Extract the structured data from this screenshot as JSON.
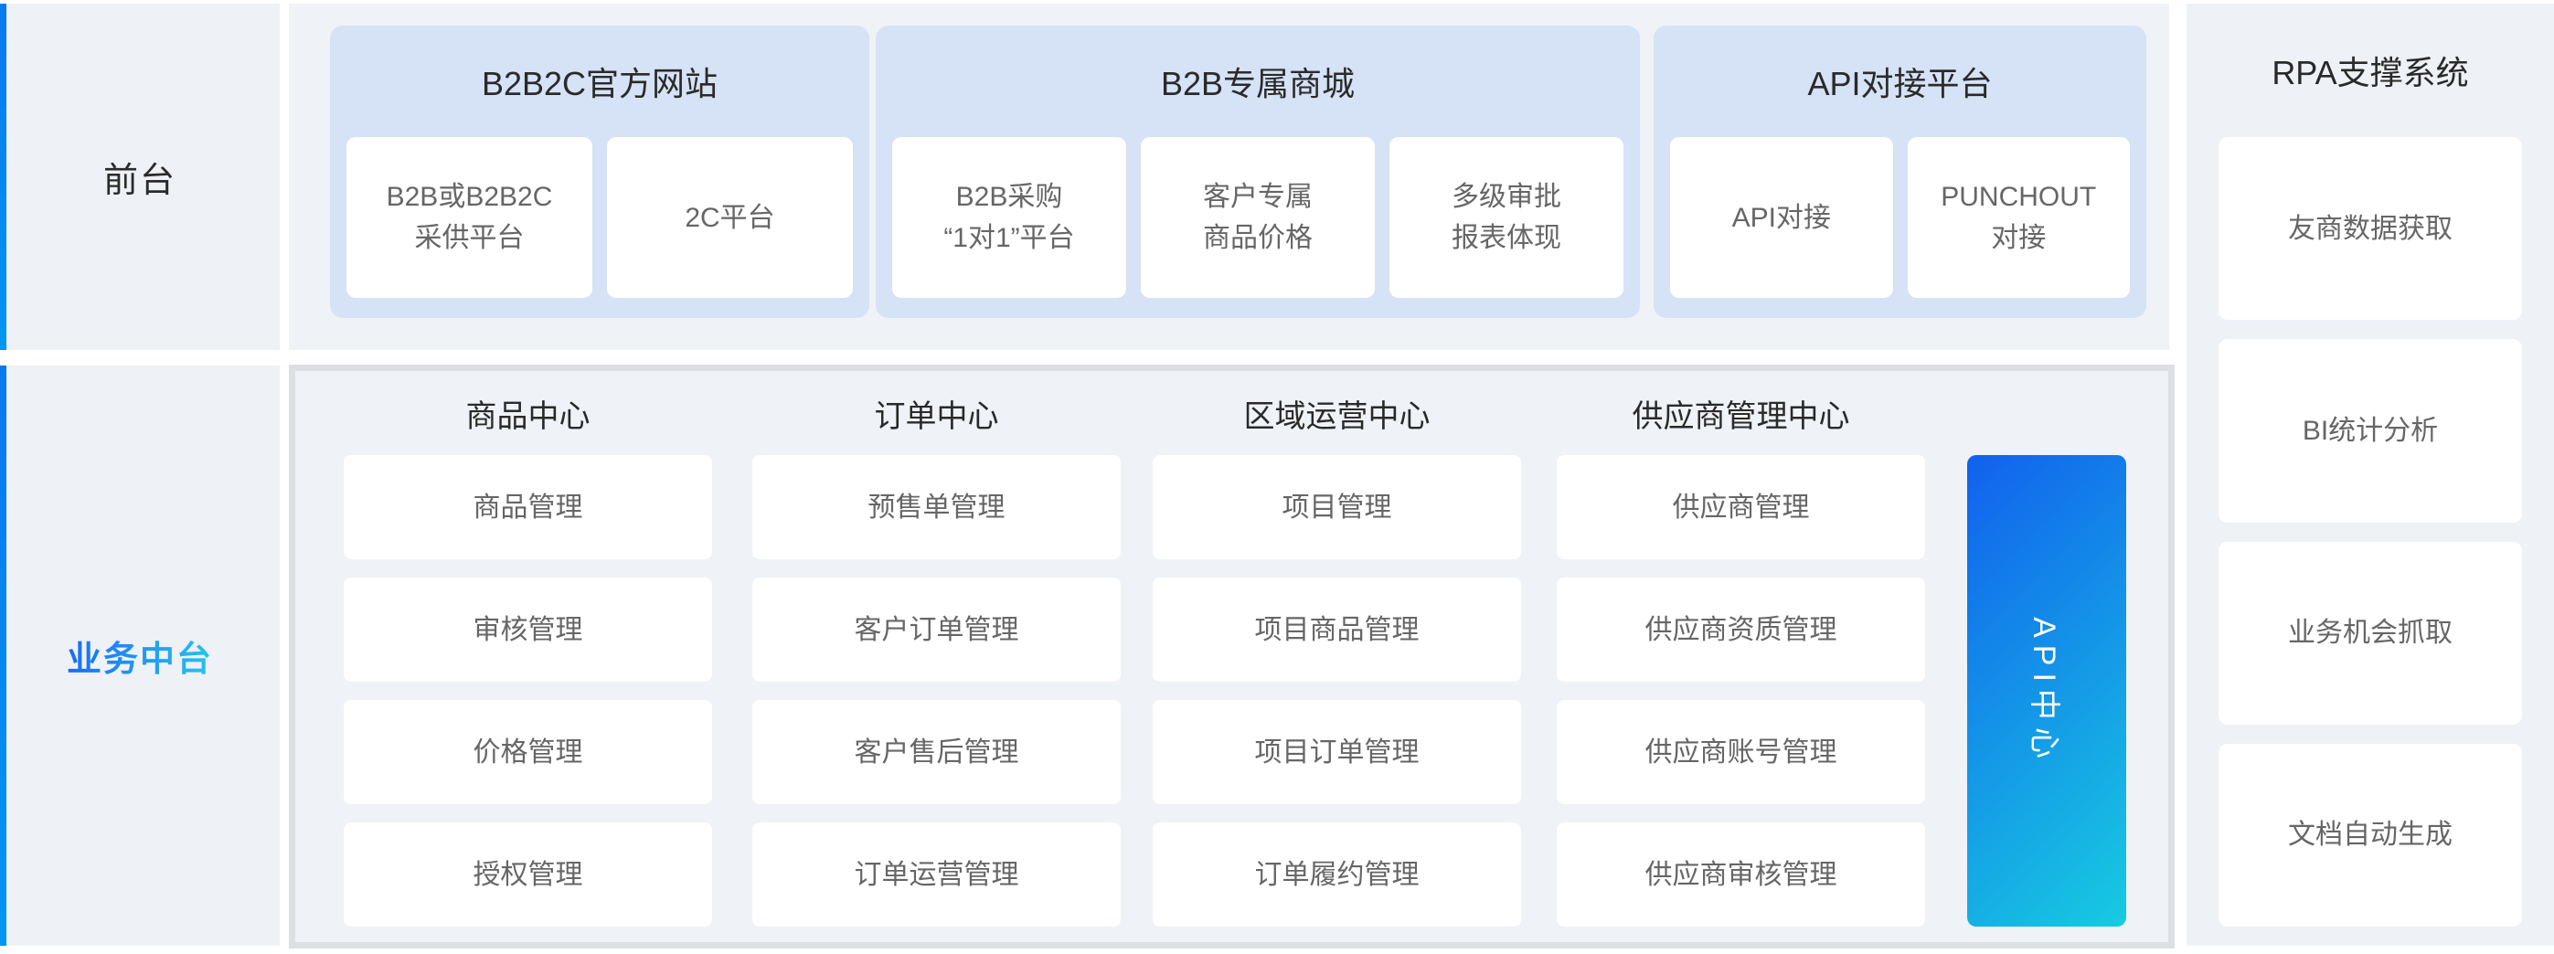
{
  "colors": {
    "page_bg": "#ffffff",
    "panel_bg": "#eef1f6",
    "group_bg": "#d6e2f5",
    "card_bg": "#ffffff",
    "border_gray": "#dcdfe3",
    "accent_blue": "#0a79ef",
    "gradient_blue": "#1161ed",
    "gradient_cyan": "#17cbe1",
    "title_text": "#2a2a2a",
    "card_text": "#666666"
  },
  "left_rail": {
    "front_label": "前台",
    "middle_label": "业务中台"
  },
  "front_stage": {
    "groups": [
      {
        "title": "B2B2C官方网站",
        "cards": [
          "B2B或B2B2C\n采供平台",
          "2C平台"
        ]
      },
      {
        "title": "B2B专属商城",
        "cards": [
          "B2B采购\n“1对1”平台",
          "客户专属\n商品价格",
          "多级审批\n报表体现"
        ]
      },
      {
        "title": "API对接平台",
        "cards": [
          "API对接",
          "PUNCHOUT\n对接"
        ]
      }
    ]
  },
  "middle_stage": {
    "columns": [
      {
        "title": "商品中心",
        "cards": [
          "商品管理",
          "审核管理",
          "价格管理",
          "授权管理"
        ]
      },
      {
        "title": "订单中心",
        "cards": [
          "预售单管理",
          "客户订单管理",
          "客户售后管理",
          "订单运营管理"
        ]
      },
      {
        "title": "区域运营中心",
        "cards": [
          "项目管理",
          "项目商品管理",
          "项目订单管理",
          "订单履约管理"
        ]
      },
      {
        "title": "供应商管理中心",
        "cards": [
          "供应商管理",
          "供应商资质管理",
          "供应商账号管理",
          "供应商审核管理"
        ]
      }
    ],
    "api_bar_label": "API中心"
  },
  "rpa": {
    "title": "RPA支撑系统",
    "cards": [
      "友商数据获取",
      "BI统计分析",
      "业务机会抓取",
      "文档自动生成"
    ]
  }
}
